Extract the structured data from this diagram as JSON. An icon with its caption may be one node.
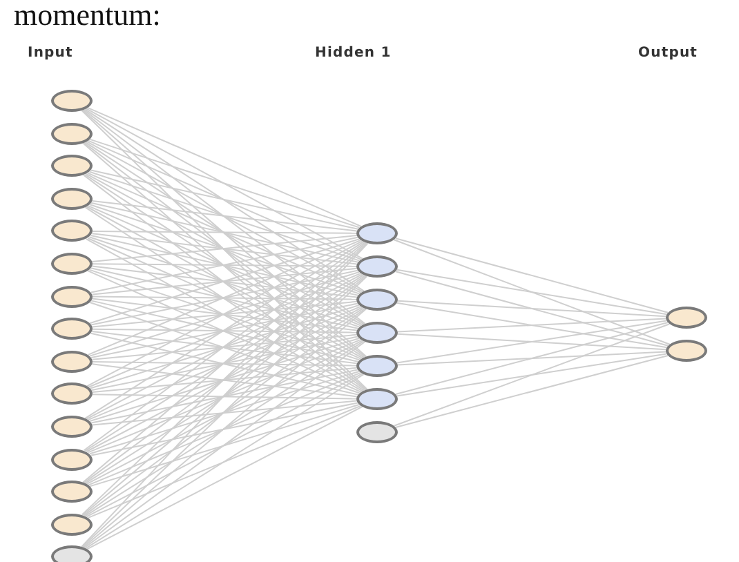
{
  "diagram": {
    "title": "momentum:",
    "nodes": [
      {
        "text": [],
        "shape": "ellipse"
      },
      {
        "text": [],
        "shape": "ellipse"
      },
      {
        "text": [],
        "shape": "ellipse"
      },
      {
        "text": [],
        "shape": "ellipse"
      },
      {
        "text": [],
        "shape": "ellipse"
      },
      {
        "text": [],
        "shape": "ellipse"
      },
      {
        "text": [],
        "shape": "ellipse"
      },
      {
        "text": [],
        "shape": "ellipse"
      },
      {
        "text": [],
        "shape": "ellipse"
      },
      {
        "text": [],
        "shape": "ellipse"
      },
      {
        "text": [],
        "shape": "ellipse"
      },
      {
        "text": [],
        "shape": "ellipse"
      },
      {
        "text": [],
        "shape": "ellipse"
      },
      {
        "text": [],
        "shape": "ellipse"
      },
      {
        "text": [],
        "shape": "ellipse"
      },
      {
        "text": [],
        "shape": "ellipse"
      },
      {
        "text": [],
        "shape": "ellipse"
      },
      {
        "text": [],
        "shape": "ellipse"
      },
      {
        "text": [],
        "shape": "ellipse"
      },
      {
        "text": [],
        "shape": "ellipse"
      },
      {
        "text": [],
        "shape": "ellipse"
      },
      {
        "text": [],
        "shape": "ellipse"
      },
      {
        "text": [],
        "shape": "ellipse"
      },
      {
        "text": [],
        "shape": "ellipse"
      }
    ],
    "edges": [
      {
        "from": 0,
        "to": 15,
        "arrow": "none"
      },
      {
        "from": 0,
        "to": 16,
        "arrow": "none"
      },
      {
        "from": 0,
        "to": 17,
        "arrow": "none"
      },
      {
        "from": 0,
        "to": 18,
        "arrow": "none"
      },
      {
        "from": 0,
        "to": 19,
        "arrow": "none"
      },
      {
        "from": 0,
        "to": 20,
        "arrow": "none"
      },
      {
        "from": 1,
        "to": 15,
        "arrow": "none"
      },
      {
        "from": 1,
        "to": 16,
        "arrow": "none"
      },
      {
        "from": 1,
        "to": 17,
        "arrow": "none"
      },
      {
        "from": 1,
        "to": 18,
        "arrow": "none"
      },
      {
        "from": 1,
        "to": 19,
        "arrow": "none"
      },
      {
        "from": 1,
        "to": 20,
        "arrow": "none"
      },
      {
        "from": 2,
        "to": 15,
        "arrow": "none"
      },
      {
        "from": 2,
        "to": 16,
        "arrow": "none"
      },
      {
        "from": 2,
        "to": 17,
        "arrow": "none"
      },
      {
        "from": 2,
        "to": 18,
        "arrow": "none"
      },
      {
        "from": 2,
        "to": 19,
        "arrow": "none"
      },
      {
        "from": 2,
        "to": 20,
        "arrow": "none"
      },
      {
        "from": 3,
        "to": 15,
        "arrow": "none"
      },
      {
        "from": 3,
        "to": 16,
        "arrow": "none"
      },
      {
        "from": 3,
        "to": 17,
        "arrow": "none"
      },
      {
        "from": 3,
        "to": 18,
        "arrow": "none"
      },
      {
        "from": 3,
        "to": 19,
        "arrow": "none"
      },
      {
        "from": 3,
        "to": 20,
        "arrow": "none"
      },
      {
        "from": 4,
        "to": 15,
        "arrow": "none"
      },
      {
        "from": 4,
        "to": 16,
        "arrow": "none"
      },
      {
        "from": 4,
        "to": 17,
        "arrow": "none"
      },
      {
        "from": 4,
        "to": 18,
        "arrow": "none"
      },
      {
        "from": 4,
        "to": 19,
        "arrow": "none"
      },
      {
        "from": 4,
        "to": 20,
        "arrow": "none"
      },
      {
        "from": 5,
        "to": 15,
        "arrow": "none"
      },
      {
        "from": 5,
        "to": 16,
        "arrow": "none"
      },
      {
        "from": 5,
        "to": 17,
        "arrow": "none"
      },
      {
        "from": 5,
        "to": 18,
        "arrow": "none"
      },
      {
        "from": 5,
        "to": 19,
        "arrow": "none"
      },
      {
        "from": 5,
        "to": 20,
        "arrow": "none"
      },
      {
        "from": 6,
        "to": 15,
        "arrow": "none"
      },
      {
        "from": 6,
        "to": 16,
        "arrow": "none"
      },
      {
        "from": 6,
        "to": 17,
        "arrow": "none"
      },
      {
        "from": 6,
        "to": 18,
        "arrow": "none"
      },
      {
        "from": 6,
        "to": 19,
        "arrow": "none"
      },
      {
        "from": 6,
        "to": 20,
        "arrow": "none"
      },
      {
        "from": 7,
        "to": 15,
        "arrow": "none"
      },
      {
        "from": 7,
        "to": 16,
        "arrow": "none"
      },
      {
        "from": 7,
        "to": 17,
        "arrow": "none"
      },
      {
        "from": 7,
        "to": 18,
        "arrow": "none"
      },
      {
        "from": 7,
        "to": 19,
        "arrow": "none"
      },
      {
        "from": 7,
        "to": 20,
        "arrow": "none"
      },
      {
        "from": 8,
        "to": 15,
        "arrow": "none"
      },
      {
        "from": 8,
        "to": 16,
        "arrow": "none"
      },
      {
        "from": 8,
        "to": 17,
        "arrow": "none"
      },
      {
        "from": 8,
        "to": 18,
        "arrow": "none"
      },
      {
        "from": 8,
        "to": 19,
        "arrow": "none"
      },
      {
        "from": 8,
        "to": 20,
        "arrow": "none"
      },
      {
        "from": 9,
        "to": 15,
        "arrow": "none"
      },
      {
        "from": 9,
        "to": 16,
        "arrow": "none"
      },
      {
        "from": 9,
        "to": 17,
        "arrow": "none"
      },
      {
        "from": 9,
        "to": 18,
        "arrow": "none"
      },
      {
        "from": 9,
        "to": 19,
        "arrow": "none"
      },
      {
        "from": 9,
        "to": 20,
        "arrow": "none"
      },
      {
        "from": 10,
        "to": 15,
        "arrow": "none"
      },
      {
        "from": 10,
        "to": 16,
        "arrow": "none"
      },
      {
        "from": 10,
        "to": 17,
        "arrow": "none"
      },
      {
        "from": 10,
        "to": 18,
        "arrow": "none"
      },
      {
        "from": 10,
        "to": 19,
        "arrow": "none"
      },
      {
        "from": 10,
        "to": 20,
        "arrow": "none"
      },
      {
        "from": 11,
        "to": 15,
        "arrow": "none"
      },
      {
        "from": 11,
        "to": 16,
        "arrow": "none"
      },
      {
        "from": 11,
        "to": 17,
        "arrow": "none"
      },
      {
        "from": 11,
        "to": 18,
        "arrow": "none"
      },
      {
        "from": 11,
        "to": 19,
        "arrow": "none"
      },
      {
        "from": 11,
        "to": 20,
        "arrow": "none"
      },
      {
        "from": 12,
        "to": 15,
        "arrow": "none"
      },
      {
        "from": 12,
        "to": 16,
        "arrow": "none"
      },
      {
        "from": 12,
        "to": 17,
        "arrow": "none"
      },
      {
        "from": 12,
        "to": 18,
        "arrow": "none"
      },
      {
        "from": 12,
        "to": 19,
        "arrow": "none"
      },
      {
        "from": 12,
        "to": 20,
        "arrow": "none"
      },
      {
        "from": 13,
        "to": 15,
        "arrow": "none"
      },
      {
        "from": 13,
        "to": 16,
        "arrow": "none"
      },
      {
        "from": 13,
        "to": 17,
        "arrow": "none"
      },
      {
        "from": 13,
        "to": 18,
        "arrow": "none"
      },
      {
        "from": 13,
        "to": 19,
        "arrow": "none"
      },
      {
        "from": 13,
        "to": 20,
        "arrow": "none"
      },
      {
        "from": 14,
        "to": 15,
        "arrow": "none"
      },
      {
        "from": 14,
        "to": 16,
        "arrow": "none"
      },
      {
        "from": 14,
        "to": 17,
        "arrow": "none"
      },
      {
        "from": 14,
        "to": 18,
        "arrow": "none"
      },
      {
        "from": 14,
        "to": 19,
        "arrow": "none"
      },
      {
        "from": 14,
        "to": 20,
        "arrow": "none"
      },
      {
        "from": 15,
        "to": 22,
        "arrow": "none"
      },
      {
        "from": 15,
        "to": 23,
        "arrow": "none"
      },
      {
        "from": 16,
        "to": 22,
        "arrow": "none"
      },
      {
        "from": 16,
        "to": 23,
        "arrow": "none"
      },
      {
        "from": 17,
        "to": 22,
        "arrow": "none"
      },
      {
        "from": 17,
        "to": 23,
        "arrow": "none"
      },
      {
        "from": 18,
        "to": 22,
        "arrow": "none"
      },
      {
        "from": 18,
        "to": 23,
        "arrow": "none"
      },
      {
        "from": 19,
        "to": 22,
        "arrow": "none"
      },
      {
        "from": 19,
        "to": 23,
        "arrow": "none"
      },
      {
        "from": 20,
        "to": 22,
        "arrow": "none"
      },
      {
        "from": 20,
        "to": 23,
        "arrow": "none"
      },
      {
        "from": 21,
        "to": 22,
        "arrow": "none"
      },
      {
        "from": 21,
        "to": 23,
        "arrow": "none"
      }
    ],
    "labels": [
      "Input",
      "Hidden 1",
      "Output"
    ]
  }
}
